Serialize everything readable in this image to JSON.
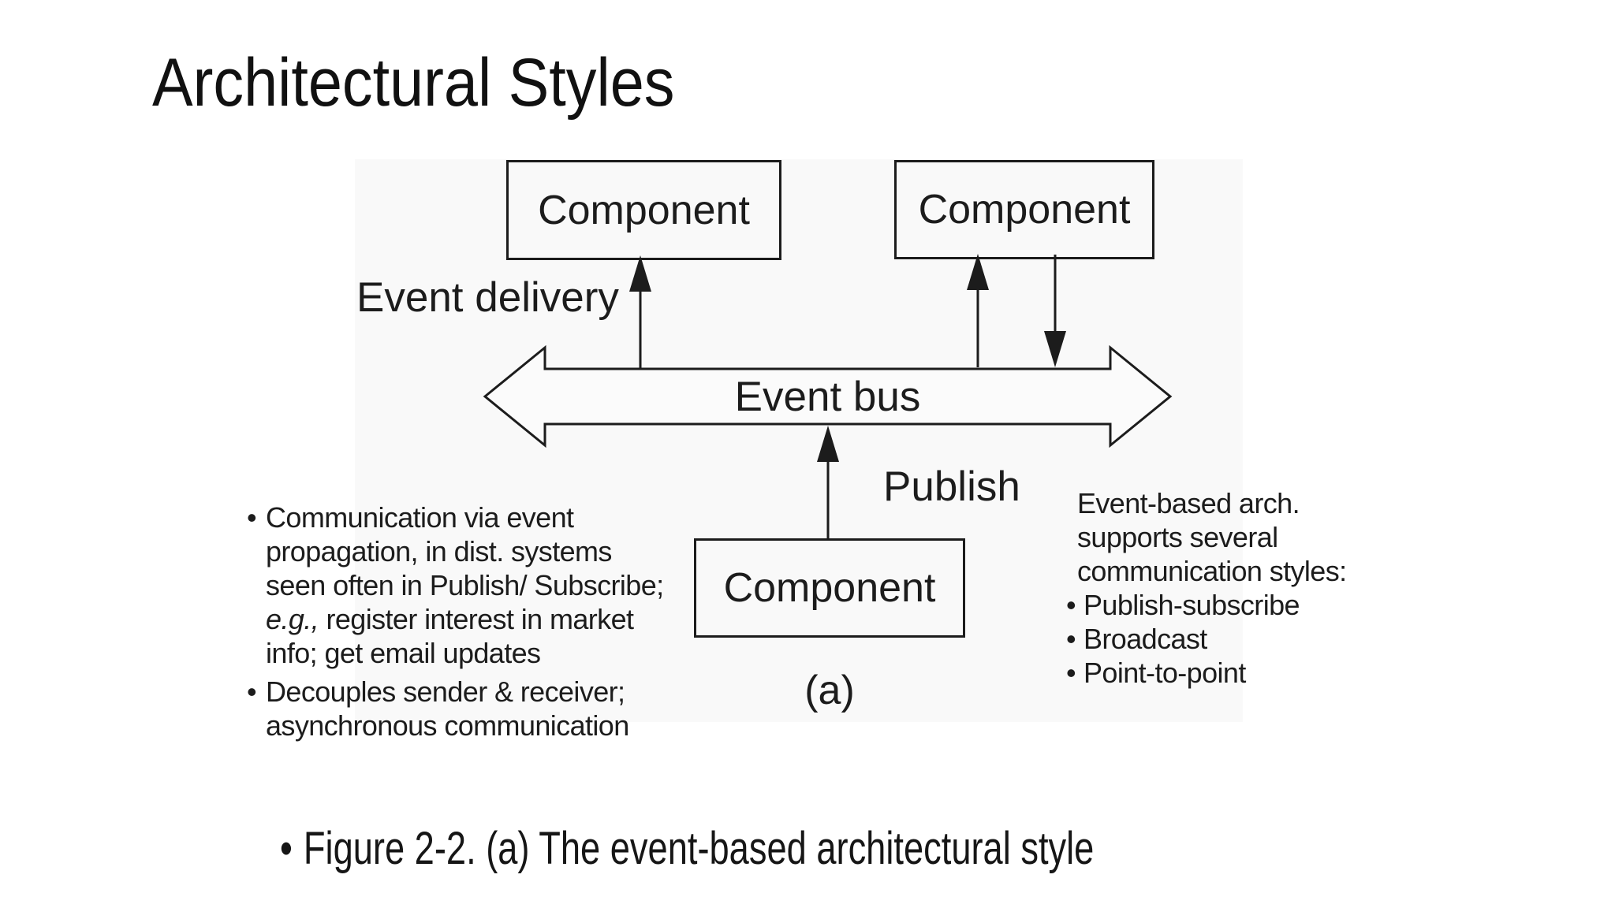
{
  "colors": {
    "text": "#1c1c1c",
    "line": "#1c1c1c",
    "figure_background": "#f9f9f9",
    "page_background": "#ffffff"
  },
  "title": "Architectural Styles",
  "diagram": {
    "component_top_left": "Component",
    "component_top_right": "Component",
    "component_bottom": "Component",
    "event_delivery_label": "Event delivery",
    "event_bus_label": "Event bus",
    "publish_label": "Publish",
    "subfigure_label": "(a)"
  },
  "left_notes": {
    "bullet_char": "•",
    "para1_line1": "Communication via event",
    "para1_line2": "propagation, in dist. systems",
    "para1_line3": "seen often in Publish/ Subscribe;",
    "para1_line4_italic": "e.g.,",
    "para1_line4_rest": " register interest in market",
    "para1_line5": "info; get email updates",
    "para2_line1": "Decouples sender & receiver;",
    "para2_line2": "asynchronous communication"
  },
  "right_notes": {
    "bullet_char": "•",
    "intro_line1": "Event-based arch.",
    "intro_line2": "supports several",
    "intro_line3": "communication styles:",
    "items": [
      "Publish-subscribe",
      "Broadcast",
      "Point-to-point"
    ]
  },
  "caption": {
    "bullet_char": "•",
    "text": "Figure 2-2. (a) The event-based architectural style"
  }
}
